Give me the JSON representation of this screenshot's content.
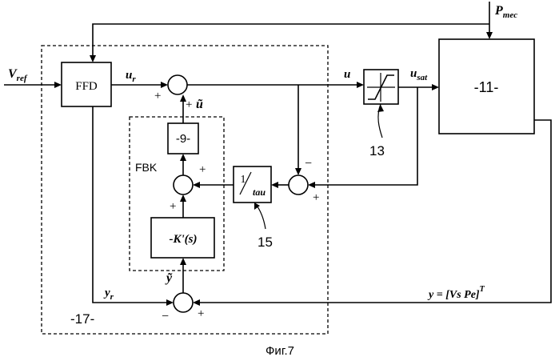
{
  "blocks": {
    "ffd": "FFD",
    "plant": "-11-",
    "block9": "-9-",
    "kprime": "-K'(s)",
    "tau_num": "1",
    "tau_den": "tau",
    "fbk": "FBK"
  },
  "signals": {
    "vref_main": "V",
    "vref_sub": "ref",
    "ur_main": "u",
    "ur_sub": "r",
    "u": "u",
    "usat_main": "u",
    "usat_sub": "sat",
    "pmec_main": "P",
    "pmec_sub": "mec",
    "utilde": "ũ",
    "ytilde": "ỹ",
    "yr_main": "y",
    "yr_sub": "r",
    "y_vector": "y = [Vs   Pe]",
    "y_transpose": "T"
  },
  "signs": {
    "sum1_left": "+",
    "sum1_bottom": "+",
    "sum2_right": "+",
    "sum2_bottom": "+",
    "sum3_top": "−",
    "sum3_right": "+",
    "sum4_left": "−",
    "sum4_right": "+"
  },
  "refs": {
    "saturation": "13",
    "tau_block": "15",
    "controller": "-17-"
  },
  "caption": "Фиг.7"
}
